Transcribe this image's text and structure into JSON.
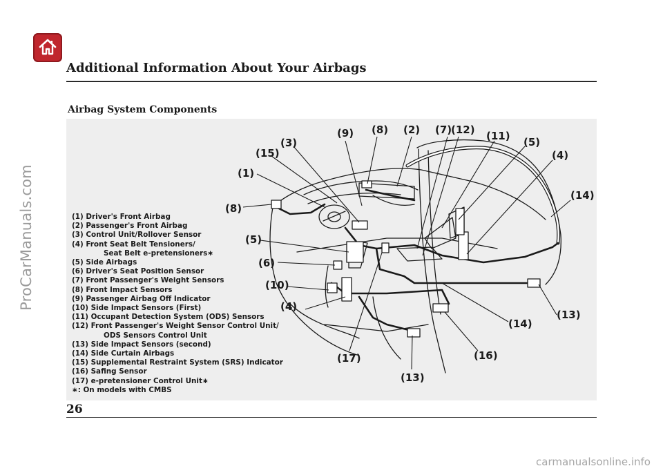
{
  "header": {
    "home_icon": "home-icon",
    "title": "Additional Information About Your Airbags"
  },
  "section": {
    "heading": "Airbag System Components"
  },
  "legend": [
    {
      "line": "(1) Driver's Front Airbag"
    },
    {
      "line": "(2) Passenger's Front Airbag"
    },
    {
      "line": "(3) Control Unit/Rollover Sensor"
    },
    {
      "line": "(4) Front Seat Belt Tensioners/",
      "cont": "Seat Belt e-pretensioners∗"
    },
    {
      "line": "(5) Side Airbags"
    },
    {
      "line": "(6) Driver's Seat Position Sensor"
    },
    {
      "line": "(7) Front Passenger's Weight Sensors"
    },
    {
      "line": "(8) Front Impact Sensors"
    },
    {
      "line": "(9) Passenger Airbag Off Indicator"
    },
    {
      "line": "(10) Side Impact Sensors (First)"
    },
    {
      "line": "(11) Occupant Detection System (ODS) Sensors"
    },
    {
      "line": "(12) Front Passenger's Weight Sensor Control Unit/",
      "cont": "ODS Sensors Control Unit"
    },
    {
      "line": "(13) Side Impact Sensors (second)"
    },
    {
      "line": "(14) Side Curtain Airbags"
    },
    {
      "line": "(15) Supplemental Restraint System (SRS) Indicator"
    },
    {
      "line": "(16) Safing Sensor"
    },
    {
      "line": "(17) e-pretensioner Control Unit∗"
    },
    {
      "line": "∗: On models with CMBS"
    }
  ],
  "callouts": {
    "c1": "(1)",
    "c2": "(2)",
    "c3": "(3)",
    "c4a": "(4)",
    "c4b": "(4)",
    "c5a": "(5)",
    "c5b": "(5)",
    "c6": "(6)",
    "c7": "(7)",
    "c8a": "(8)",
    "c8b": "(8)",
    "c9": "(9)",
    "c10": "(10)",
    "c11": "(11)",
    "c12": "(12)",
    "c13a": "(13)",
    "c13b": "(13)",
    "c14a": "(14)",
    "c14b": "(14)",
    "c15": "(15)",
    "c16": "(16)",
    "c17": "(17)"
  },
  "footer": {
    "page_number": "26"
  },
  "watermarks": {
    "side": "ProCarManuals.com",
    "bottom": "carmanualsonline.info"
  }
}
